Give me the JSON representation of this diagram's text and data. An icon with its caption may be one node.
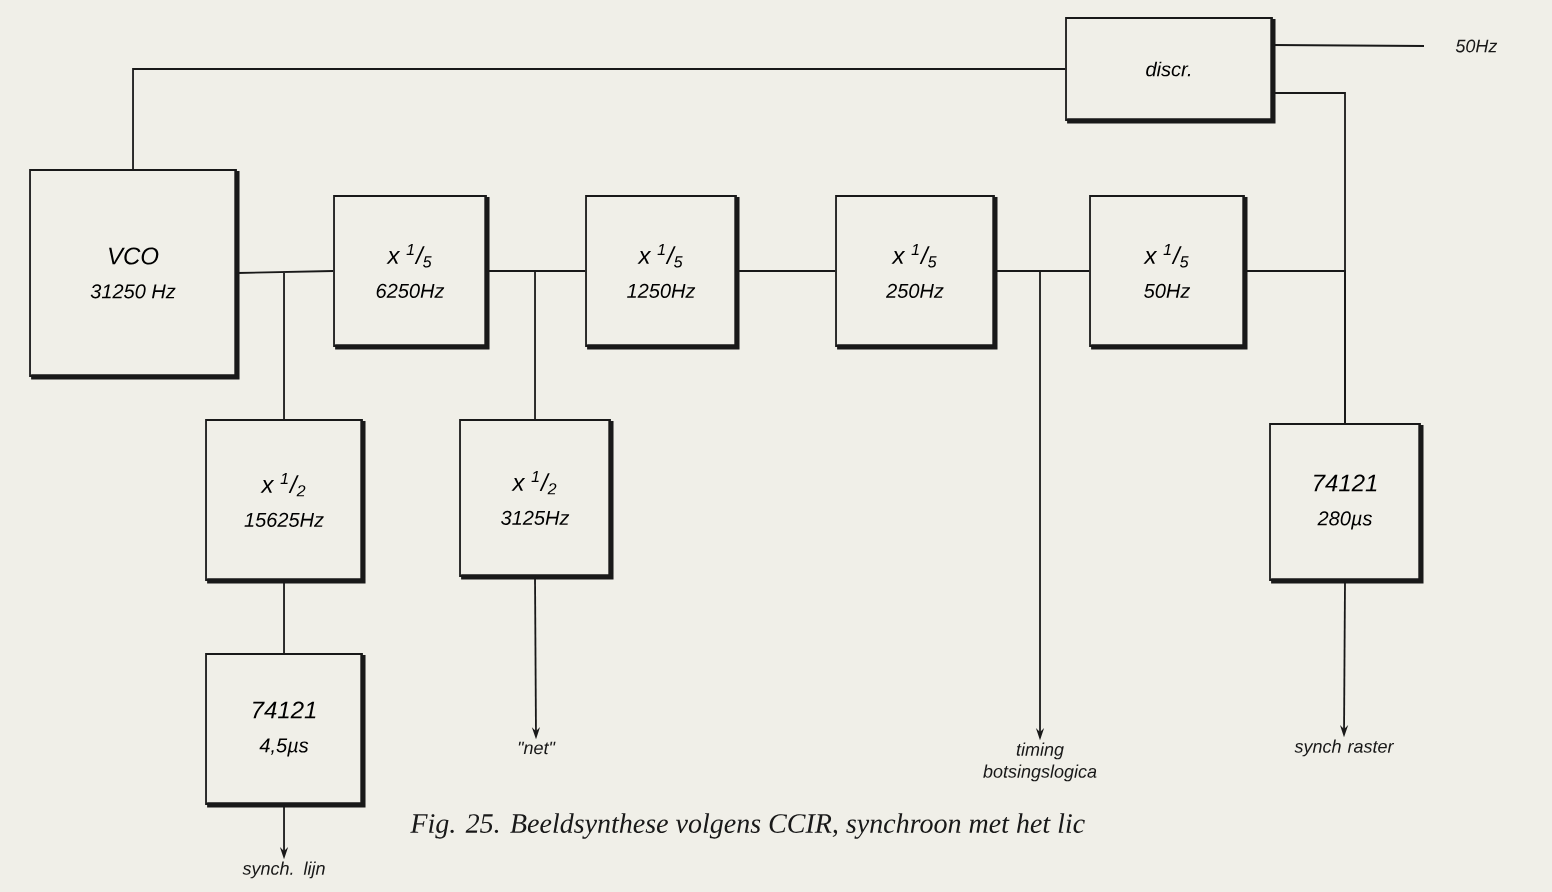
{
  "diagram": {
    "caption": "Fig. 25. Beeldsynthese volgens CCIR, synchroon met het lic",
    "nodes": [
      {
        "text": [
          "VCO",
          "31250 Hz"
        ]
      },
      {
        "text": [
          "x $^{1}$/$_{5}$",
          "6250Hz"
        ]
      },
      {
        "text": [
          "x $^{1}$/$_{5}$",
          "1250Hz"
        ]
      },
      {
        "text": [
          "x $^{1}$/$_{5}$",
          "250Hz"
        ]
      },
      {
        "text": [
          "x $^{1}$/$_{5}$",
          "50Hz"
        ]
      },
      {
        "text": [
          "discr."
        ]
      },
      {
        "text": [
          "x $^{1}$/$_{2}$",
          "15625Hz"
        ]
      },
      {
        "text": [
          "x $^{1}$/$_{2}$",
          "3125Hz"
        ]
      },
      {
        "text": [
          "74121",
          "280µs"
        ]
      },
      {
        "text": [
          "74121",
          "4,5µs"
        ]
      },
      {
        "text": [
          "50Hz"
        ]
      },
      {
        "text": [
          "synch. lijn"
        ]
      },
      {
        "text": [
          "\"net\""
        ]
      },
      {
        "text": [
          "timing botsingslogica"
        ]
      },
      {
        "text": [
          "synch raster"
        ]
      }
    ],
    "edges": [
      {
        "from": 0,
        "to": 5,
        "arrow": "none"
      },
      {
        "from": 0,
        "to": 1,
        "arrow": "none"
      },
      {
        "from": 0,
        "to": 6,
        "arrow": "none"
      },
      {
        "from": 1,
        "to": 2,
        "arrow": "none"
      },
      {
        "from": 1,
        "to": 7,
        "arrow": "none"
      },
      {
        "from": 2,
        "to": 3,
        "arrow": "none"
      },
      {
        "from": 3,
        "to": 4,
        "arrow": "none"
      },
      {
        "from": 3,
        "to": 13,
        "arrow": "to"
      },
      {
        "from": 4,
        "to": 8,
        "arrow": "none"
      },
      {
        "from": 5,
        "to": 8,
        "arrow": "none"
      },
      {
        "from": 5,
        "to": 10,
        "arrow": "none"
      },
      {
        "from": 6,
        "to": 9,
        "arrow": "none"
      },
      {
        "from": 9,
        "to": 11,
        "arrow": "to"
      },
      {
        "from": 7,
        "to": 12,
        "arrow": "to"
      },
      {
        "from": 8,
        "to": 14,
        "arrow": "to"
      }
    ]
  }
}
